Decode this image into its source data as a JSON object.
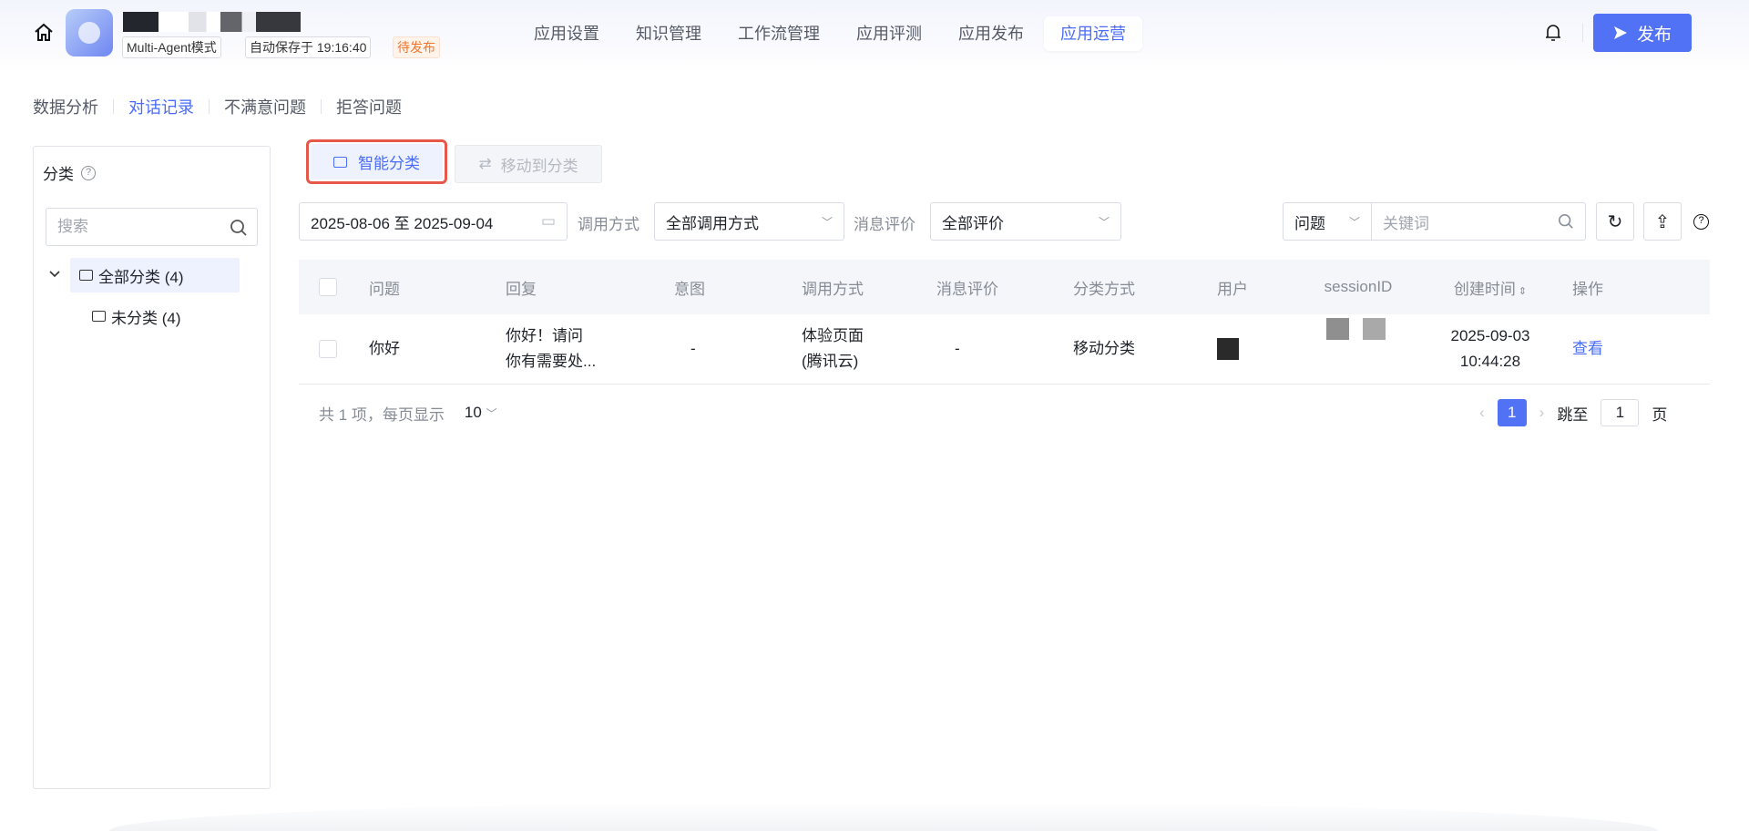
{
  "header": {
    "mode_tag": "Multi-Agent模式",
    "autosave": "自动保存于 19:16:40",
    "status": "待发布",
    "publish": "发布",
    "nav": [
      "应用设置",
      "知识管理",
      "工作流管理",
      "应用评测",
      "应用发布",
      "应用运营"
    ],
    "active_nav": "应用运营"
  },
  "subnav": [
    "数据分析",
    "对话记录",
    "不满意问题",
    "拒答问题"
  ],
  "sidebar": {
    "title": "分类",
    "search_placeholder": "搜索",
    "all": "全部分类 (4)",
    "uncategorized": "未分类 (4)"
  },
  "toolbar": {
    "smart_classify": "智能分类",
    "move_to": "移动到分类"
  },
  "filters": {
    "date_range": "2025-08-06 至 2025-09-04",
    "call_label": "调用方式",
    "call_value": "全部调用方式",
    "rating_label": "消息评价",
    "rating_value": "全部评价",
    "search_type": "问题",
    "keyword_placeholder": "关键词"
  },
  "table": {
    "headers": [
      "问题",
      "回复",
      "意图",
      "调用方式",
      "消息评价",
      "分类方式",
      "用户",
      "sessionID",
      "创建时间",
      "操作"
    ],
    "rows": [
      {
        "question": "你好",
        "reply1": "你好！请问",
        "reply2": "你有需要处...",
        "intent": "-",
        "call1": "体验页面",
        "call2": "(腾讯云)",
        "rating": "-",
        "classify": "移动分类",
        "date": "2025-09-03",
        "time": "10:44:28",
        "action": "查看"
      }
    ]
  },
  "pagination": {
    "summary": "共 1 项，每页显示",
    "page_size": "10",
    "current": "1",
    "jump_label": "跳至",
    "jump_value": "1",
    "page_suffix": "页"
  }
}
